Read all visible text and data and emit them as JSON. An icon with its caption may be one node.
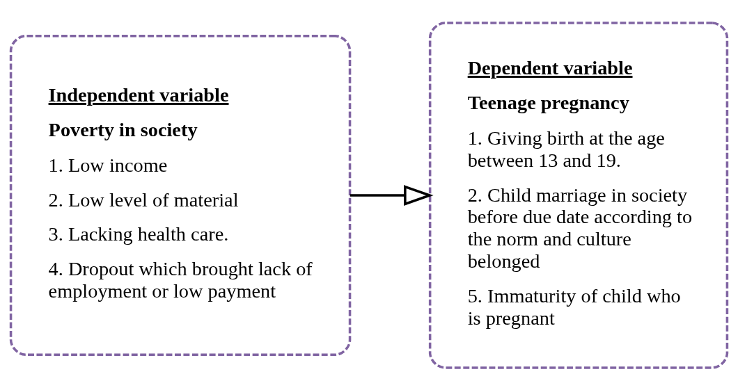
{
  "diagram": {
    "nodes": [
      {
        "text": [
          "Independent variable",
          "Poverty in society",
          "1. Low income",
          "2. Low level of material",
          "3. Lacking health care.",
          "4. Dropout which brought lack of employment or low payment"
        ]
      },
      {
        "text": [
          "Dependent variable",
          "Teenage pregnancy",
          "1. Giving birth at the age between 13 and 19.",
          "2. Child marriage in society before due date according to the norm and culture belonged",
          "5. Immaturity of child who is pregnant"
        ]
      }
    ],
    "edges": [
      {
        "from": 0,
        "to": 1,
        "arrow": "to"
      }
    ]
  }
}
